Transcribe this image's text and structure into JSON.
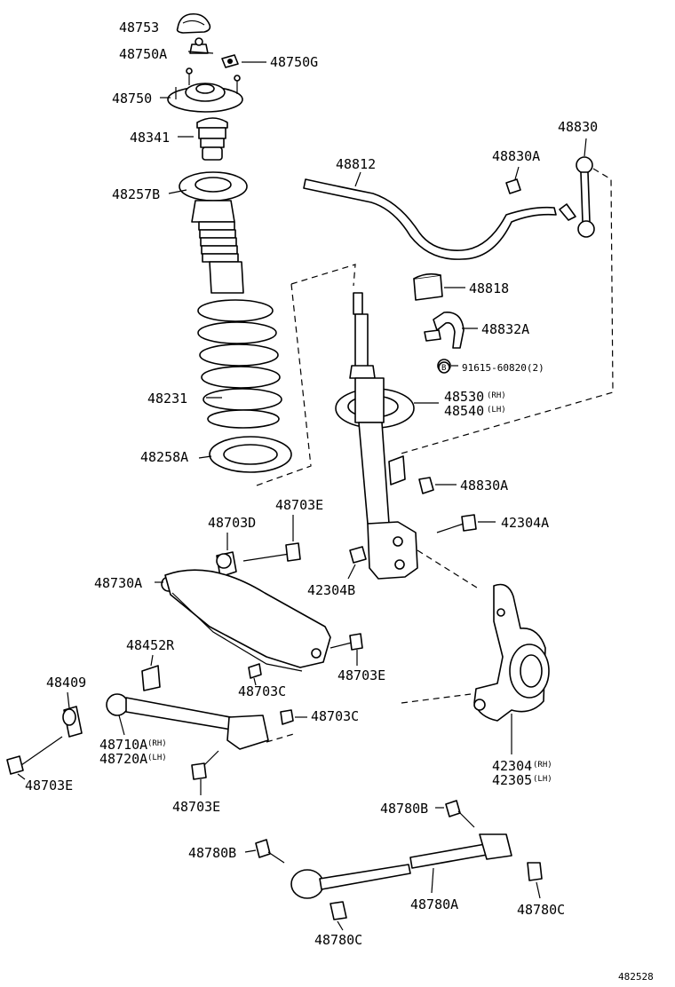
{
  "parts": {
    "p48753": "48753",
    "p48750A": "48750A",
    "p48750G": "48750G",
    "p48750": "48750",
    "p48341": "48341",
    "p48257B": "48257B",
    "p48231": "48231",
    "p48258A": "48258A",
    "p48812": "48812",
    "p48830": "48830",
    "p48830A_top": "48830A",
    "p48818": "48818",
    "p48832A": "48832A",
    "p91615": "91615-60820(2)",
    "p91615_badge": "B",
    "p48530": "48530",
    "p48530_side": "(RH)",
    "p48540": "48540",
    "p48540_side": "(LH)",
    "p48830A_mid": "48830A",
    "p48703D": "48703D",
    "p48703E_top": "48703E",
    "p42304A": "42304A",
    "p48730A": "48730A",
    "p42304B": "42304B",
    "p48452R": "48452R",
    "p48409": "48409",
    "p48703C_mid": "48703C",
    "p48703E_mid": "48703E",
    "p48703C_right": "48703C",
    "p48710A": "48710A",
    "p48710A_side": "(RH)",
    "p48720A": "48720A",
    "p48720A_side": "(LH)",
    "p42304": "42304",
    "p42304_side": "(RH)",
    "p42305": "42305",
    "p42305_side": "(LH)",
    "p48703E_left": "48703E",
    "p48703E_bottom": "48703E",
    "p48780B_right": "48780B",
    "p48780B_left": "48780B",
    "p48780A": "48780A",
    "p48780C_right": "48780C",
    "p48780C_left": "48780C"
  },
  "diagram_ref": "482528"
}
